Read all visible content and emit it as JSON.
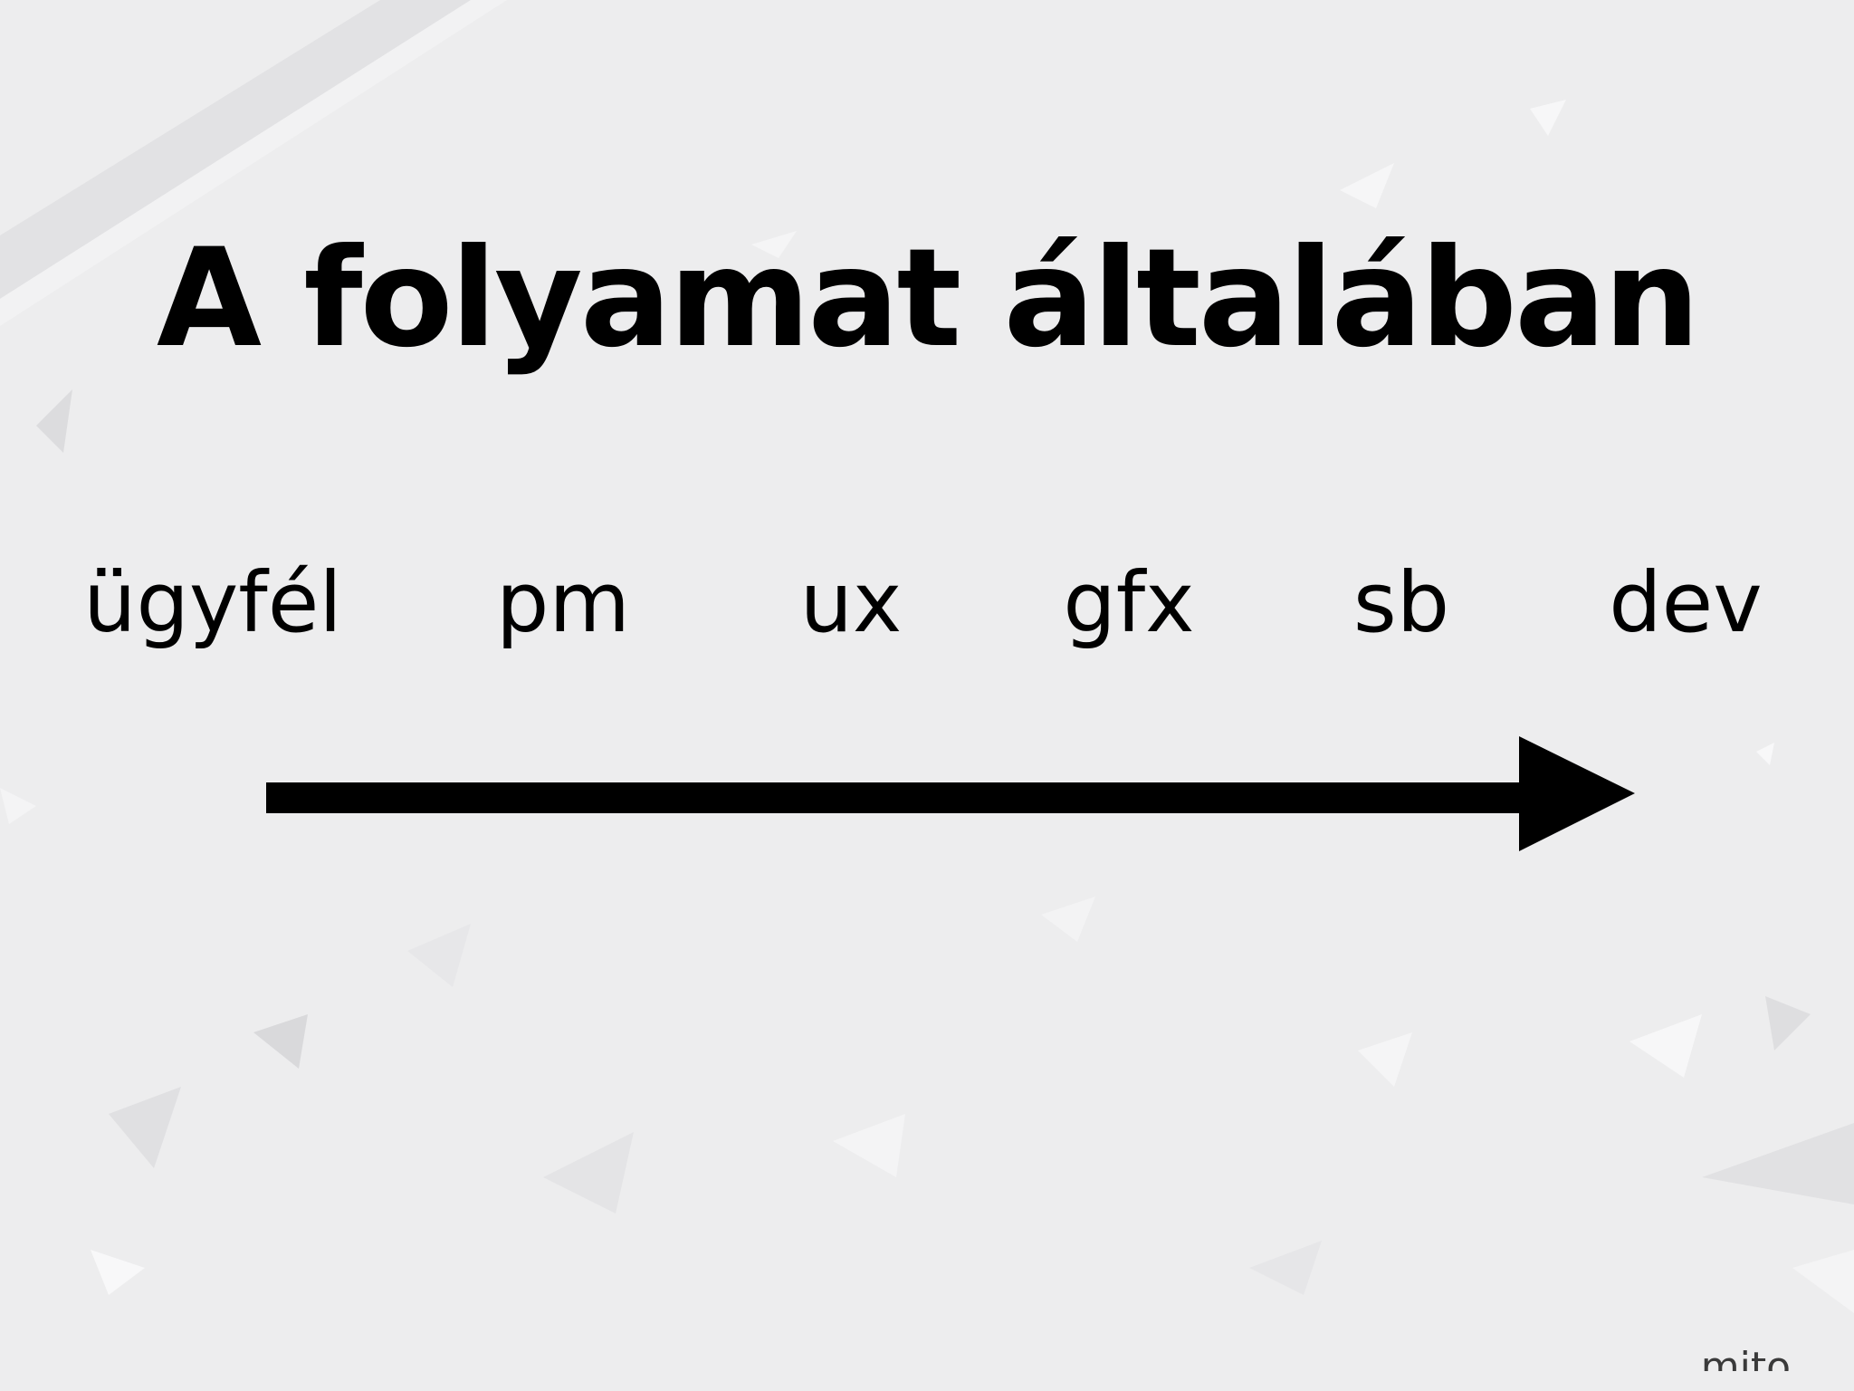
{
  "slide": {
    "title": "A folyamat általában",
    "stages": [
      "ügyfél",
      "pm",
      "ux",
      "gfx",
      "sb",
      "dev"
    ],
    "logo_text": "mito"
  },
  "colors": {
    "background": "#ededee",
    "text": "#000000",
    "arrow": "#000000"
  }
}
